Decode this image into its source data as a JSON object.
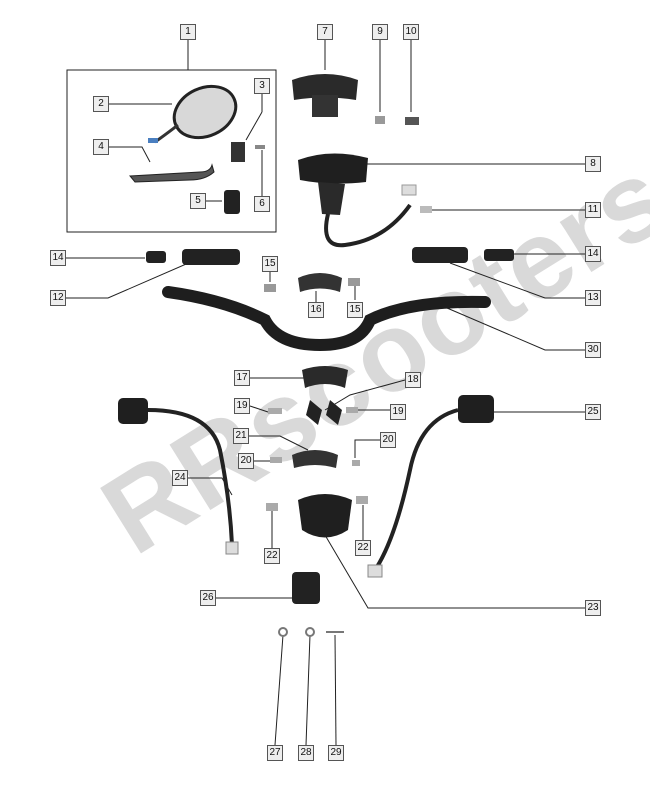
{
  "watermark": "RRscooters",
  "callouts": {
    "c1": "1",
    "c2": "2",
    "c3": "3",
    "c4": "4",
    "c5": "5",
    "c6": "6",
    "c7": "7",
    "c8": "8",
    "c9": "9",
    "c10": "10",
    "c11": "11",
    "c12": "12",
    "c13": "13",
    "c14a": "14",
    "c14b": "14",
    "c15a": "15",
    "c15b": "15",
    "c16": "16",
    "c17": "17",
    "c18": "18",
    "c19a": "19",
    "c19b": "19",
    "c20a": "20",
    "c20b": "20",
    "c21": "21",
    "c22a": "22",
    "c22b": "22",
    "c23": "23",
    "c24": "24",
    "c25": "25",
    "c26": "26",
    "c27": "27",
    "c28": "28",
    "c29": "29",
    "c30": "30"
  }
}
